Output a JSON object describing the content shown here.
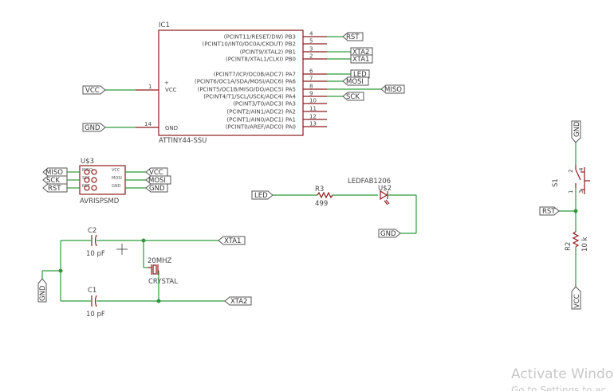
{
  "ic1": {
    "name": "IC1",
    "value": "ATTINY44-SSU",
    "vcc_pin_num": "1",
    "vcc_label": "VCC",
    "gnd_pin_num": "14",
    "gnd_label": "GND",
    "plus_sign": "+",
    "pins": [
      {
        "label": "(PCINT11/RESET/DW) PB3",
        "num": "4"
      },
      {
        "label": "(PCINT10/INT0/OC0A/CKOUT) PB2",
        "num": "5"
      },
      {
        "label": "(PCINT9/XTAL2) PB1",
        "num": "3"
      },
      {
        "label": "(PCINT8/XTAL1/CLKI) PB0",
        "num": "2"
      },
      {
        "label": "(PCINT7/ICP/OC0B/ADC7) PA7",
        "num": "6"
      },
      {
        "label": "(PCINT6/OC1A/SDA/MOSI/ADC6) PA6",
        "num": "7"
      },
      {
        "label": "(PCINT5/OC1B/MISO/DO/ADC5) PA5",
        "num": "8"
      },
      {
        "label": "(PCINT4/T1/SCL/USCK/ADC4) PA4",
        "num": "9"
      },
      {
        "label": "(PCINT3/T0/ADC3) PA3",
        "num": "10"
      },
      {
        "label": "(PCINT2/AIN1/ADC2) PA2",
        "num": "11"
      },
      {
        "label": "(PCINT1/AIN0/ADC1) PA1",
        "num": "12"
      },
      {
        "label": "(PCINT0/AREF/ADC0) PA0",
        "num": "13"
      }
    ]
  },
  "nets": {
    "rst": "RST",
    "xta2": "XTA2",
    "xta1": "XTA1",
    "led": "LED",
    "mosi": "MOSI",
    "miso": "MISO",
    "sck": "SCK",
    "vcc": "VCC",
    "gnd": "GND"
  },
  "header": {
    "name": "U$3",
    "value": "AVRISPSMD",
    "left_nets": [
      "MISO",
      "SCK",
      "RST"
    ],
    "right_nets": [
      "VCC",
      "MOSI",
      "GND"
    ],
    "left_pins": [
      "MISO",
      "SCK",
      "RST"
    ],
    "right_pins": [
      "VCC",
      "MOSI",
      "GND"
    ]
  },
  "led_circuit": {
    "resistor_name": "R3",
    "resistor_value": "499",
    "led_value": "LEDFAB1206",
    "led_name": "U$2"
  },
  "crystal_circuit": {
    "c2_name": "C2",
    "c2_value": "10 pF",
    "c1_name": "C1",
    "c1_value": "10 pF",
    "crystal_freq": "20MHZ",
    "crystal_value": "CRYSTAL"
  },
  "reset_circuit": {
    "switch_name": "S1",
    "switch_pins": [
      "2",
      "4",
      "1",
      "3"
    ],
    "resistor_name": "R2",
    "resistor_value": "10 k"
  },
  "watermark": {
    "line1": "Activate Windo",
    "line2": "Go to Settings to ac"
  }
}
